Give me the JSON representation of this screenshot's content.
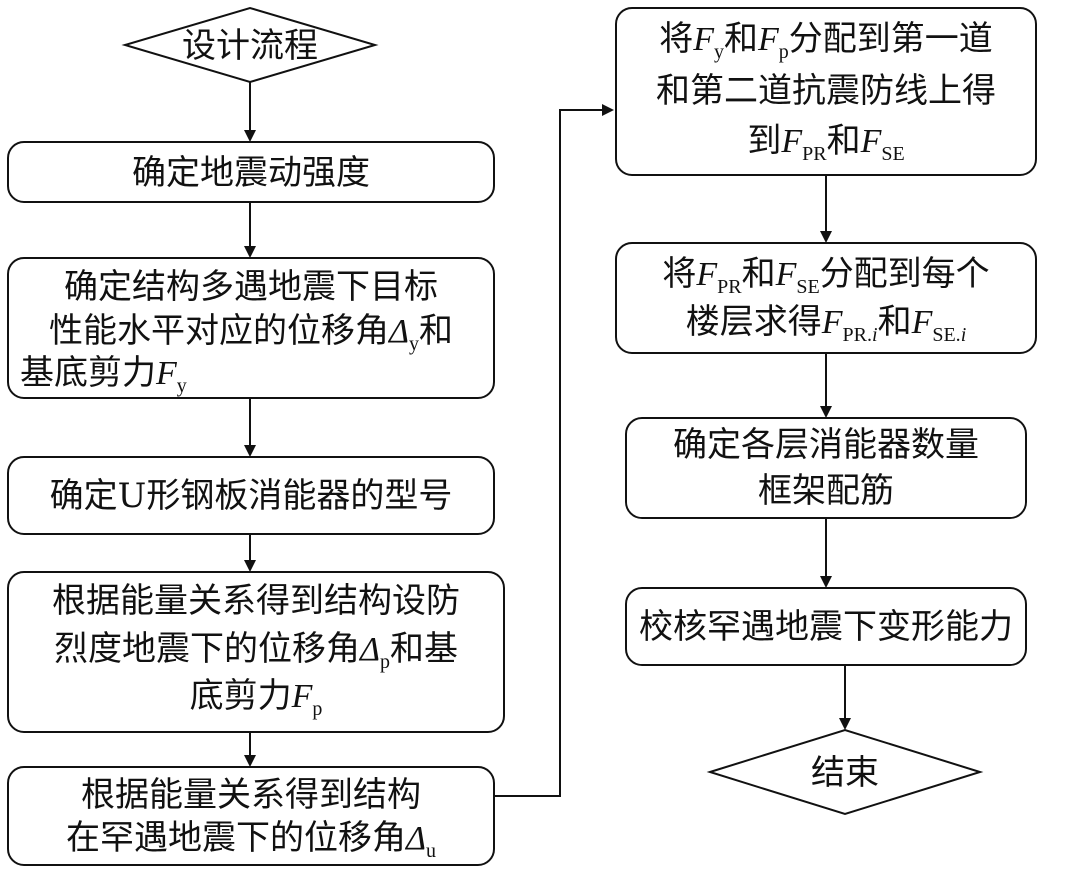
{
  "diagram": {
    "nodes": {
      "start": {
        "text": "设计流程"
      },
      "n1": {
        "text": "确定地震动强度"
      },
      "n2": {
        "line1": "确定结构多遇地震下目标",
        "line2": "性能水平对应的位移角",
        "line2_sym": "Δ",
        "line2_sub": "y",
        "line2_tail": "和",
        "line3": "基底剪力",
        "line3_sym": "F",
        "line3_sub": "y"
      },
      "n3": {
        "text": "确定U形钢板消能器的型号"
      },
      "n4": {
        "line1": "根据能量关系得到结构设防",
        "line2": "烈度地震下的位移角",
        "line2_sym": "Δ",
        "line2_sub": "p",
        "line2_tail": "和基",
        "line3": "底剪力",
        "line3_sym": "F",
        "line3_sub": "p"
      },
      "n5": {
        "line1": "根据能量关系得到结构",
        "line2": "在罕遇地震下的位移角",
        "line2_sym": "Δ",
        "line2_sub": "u"
      },
      "n6": {
        "line1_a": "将",
        "sym1": "F",
        "sub1": "y",
        "line1_b": "和",
        "sym2": "F",
        "sub2": "p",
        "line1_c": "分配到第一道",
        "line2": "和第二道抗震防线上得",
        "line3_a": "到",
        "sym3": "F",
        "sub3": "PR",
        "line3_b": "和",
        "sym4": "F",
        "sub4": "SE"
      },
      "n7": {
        "line1_a": "将",
        "sym1": "F",
        "sub1": "PR",
        "line1_b": "和",
        "sym2": "F",
        "sub2": "SE",
        "line1_c": "分配到每个",
        "line2_a": "楼层求得",
        "sym3": "F",
        "sub3_a": "PR.",
        "sub3_b": "i",
        "line2_b": "和",
        "sym4": "F",
        "sub4_a": "SE.",
        "sub4_b": "i"
      },
      "n8": {
        "line1": "确定各层消能器数量",
        "line2": "框架配筋"
      },
      "n9": {
        "text": "校核罕遇地震下变形能力"
      },
      "end": {
        "text": "结束"
      }
    }
  }
}
